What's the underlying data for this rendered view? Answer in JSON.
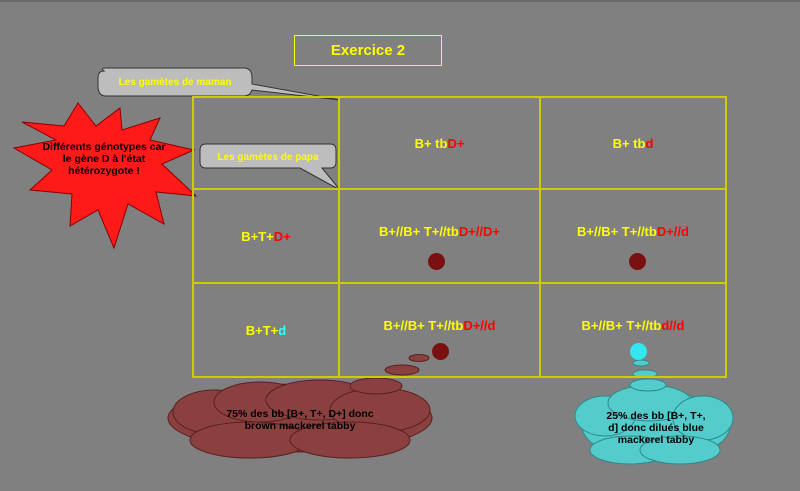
{
  "title": "Exercice 2",
  "callouts": {
    "maman": "Les gamètes de maman",
    "papa": "Les gamètes de papa",
    "star": "Différents génotypes car  le gène D à l'état hétérozygote !"
  },
  "header_row": [
    {
      "a": "B+ tb ",
      "b": "D+"
    },
    {
      "a": "B+ tb ",
      "b": "d"
    }
  ],
  "header_col": [
    {
      "a": "B+T+ ",
      "b": "D+"
    },
    {
      "a": "B+T+ ",
      "b": "d"
    }
  ],
  "cells": [
    {
      "a": "B+//B+ T+//tb  ",
      "b": "D+//D+"
    },
    {
      "a": "B+//B+ T+//tb  ",
      "b": "D+//d"
    },
    {
      "a": "B+//B+ T+//tb  ",
      "b": "D+//d"
    },
    {
      "a": "B+//B+ T+//tb  ",
      "b": "d//d"
    }
  ],
  "clouds": {
    "brown": "75% des bb [B+, T+, D+] donc brown mackerel tabby",
    "blue": "25% des bb [B+, T+, d] donc dilués blue mackerel tabby"
  },
  "colors": {
    "background": "#808080",
    "grid": "#cccc00",
    "text": "#ffff00",
    "allele_red": "#ff0000",
    "allele_cyan": "#33ffff",
    "brown_dot": "#7a1010",
    "blue_dot": "#33e6f0",
    "star": "#ff1a1a",
    "brown_cloud": "#8b4040",
    "blue_cloud": "#55cccc"
  }
}
